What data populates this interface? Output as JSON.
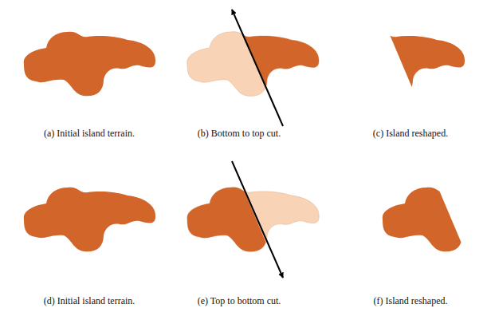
{
  "diagram": {
    "labels": [
      "(a) Initial island terrain.",
      "(b) Bottom to top cut.",
      "(c) Island reshaped.",
      "(d) Initial island terrain.",
      "(e) Top to bottom cut.",
      "(f) Island reshaped."
    ]
  }
}
